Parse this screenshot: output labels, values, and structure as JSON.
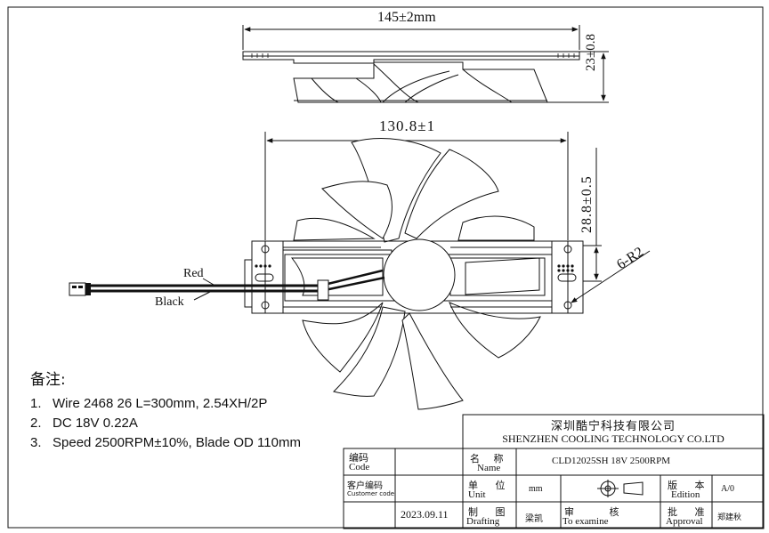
{
  "dimensions": {
    "top_width": "145±2mm",
    "top_height": "23±0.8",
    "mount_spacing": "130.8±1",
    "hole_offset": "28.8±0.5",
    "hole_spec": "6-R2"
  },
  "wire_labels": {
    "red": "Red",
    "black": "Black"
  },
  "notes": {
    "title": "备注:",
    "items": [
      {
        "num": "1.",
        "text": "Wire  2468 26 L=300mm, 2.54XH/2P"
      },
      {
        "num": "2.",
        "text": "DC 18V 0.22A"
      },
      {
        "num": "3.",
        "text": "Speed  2500RPM±10%, Blade OD 110mm"
      }
    ]
  },
  "title_block": {
    "company_cn": "深圳酷宁科技有限公司",
    "company_en": "SHENZHEN COOLING TECHNOLOGY CO.LTD",
    "code_cn": "编码",
    "code_en": "Code",
    "name_cn": "名 称",
    "name_en": "Name",
    "name_value": "CLD12025SH 18V 2500RPM",
    "customer_cn": "客户编码",
    "customer_en": "Customer code",
    "unit_cn": "单 位",
    "unit_en": "Unit",
    "unit_value": "mm",
    "edition_cn": "版 本",
    "edition_en": "Edition",
    "edition_value": "A/0",
    "date": "2023.09.11",
    "drafting_cn": "制 图",
    "drafting_en": "Drafting",
    "drafter": "梁凯",
    "examine_cn": "审 核",
    "examine_en": "To examine",
    "approval_cn": "批 准",
    "approval_en": "Approval",
    "approver": "郑建秋"
  }
}
